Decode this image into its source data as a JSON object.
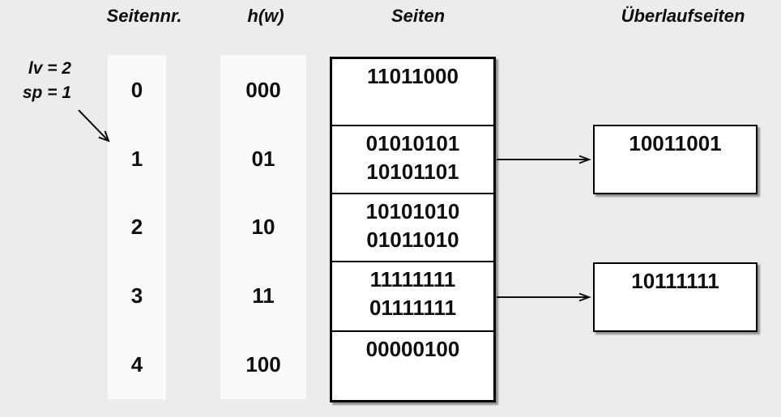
{
  "diagram": {
    "title_semantics": "linear-hashing page table",
    "headers": {
      "seitennr": "Seitennr.",
      "hw": "h(w)",
      "seiten": "Seiten",
      "ueberlauf": "Überlaufseiten"
    },
    "annotation": {
      "line1": "lv = 2",
      "line2": "sp = 1"
    },
    "rows": [
      {
        "nr": "0",
        "hash": "000",
        "entries": [
          "11011000"
        ],
        "overflow": null
      },
      {
        "nr": "1",
        "hash": "01",
        "entries": [
          "01010101",
          "10101101"
        ],
        "overflow": "10011001"
      },
      {
        "nr": "2",
        "hash": "10",
        "entries": [
          "10101010",
          "01011010"
        ],
        "overflow": null
      },
      {
        "nr": "3",
        "hash": "11",
        "entries": [
          "11111111",
          "01111111"
        ],
        "overflow": "10111111"
      },
      {
        "nr": "4",
        "hash": "100",
        "entries": [
          "00000100"
        ],
        "overflow": null
      }
    ],
    "colors": {
      "background": "#ececec",
      "strip": "#fafafa",
      "box_fill": "#ffffff",
      "border": "#000000",
      "text": "#0e0e0e"
    }
  }
}
